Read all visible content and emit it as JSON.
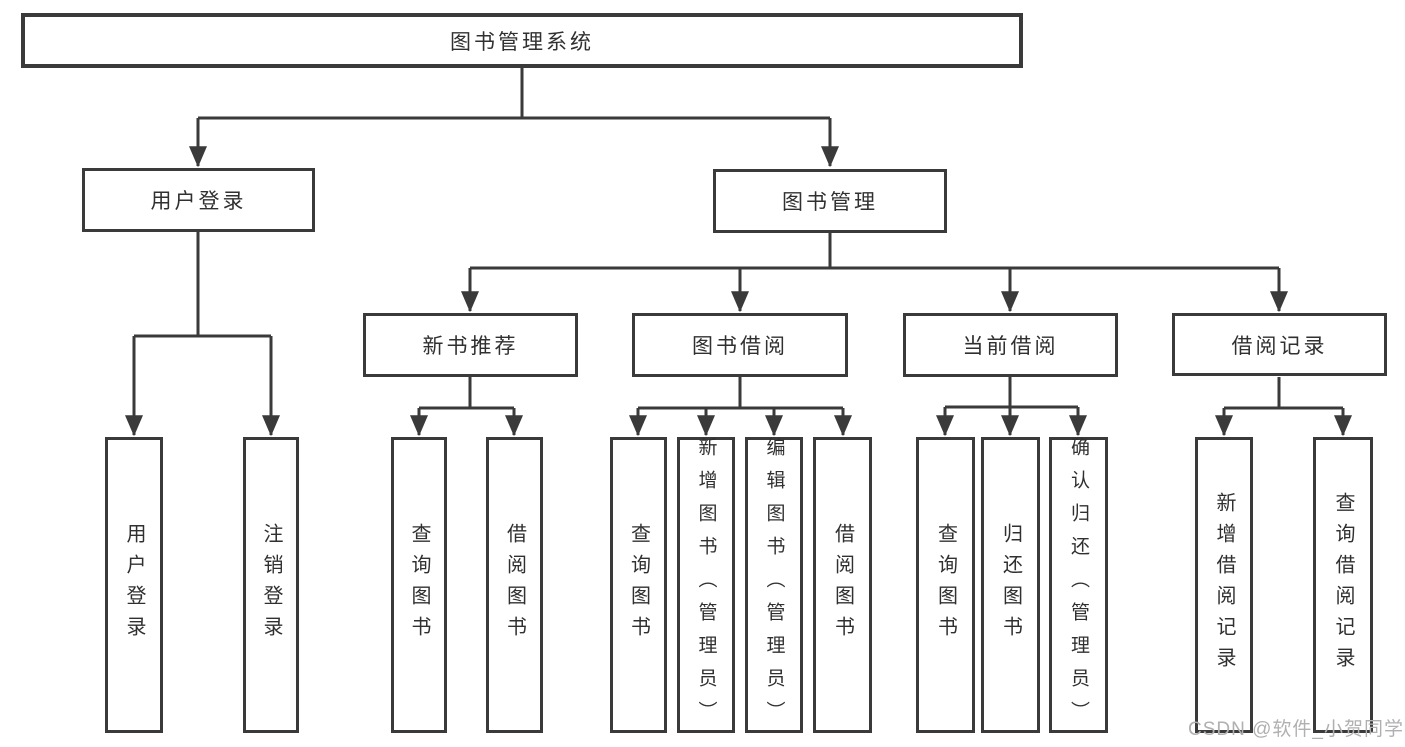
{
  "tree": {
    "root": {
      "label": "图书管理系统"
    },
    "branches": [
      {
        "label": "用户登录",
        "children": [
          {
            "label": "用户登录"
          },
          {
            "label": "注销登录"
          }
        ]
      },
      {
        "label": "图书管理",
        "children": [
          {
            "label": "新书推荐",
            "children": [
              {
                "label": "查询图书"
              },
              {
                "label": "借阅图书"
              }
            ]
          },
          {
            "label": "图书借阅",
            "children": [
              {
                "label": "查询图书"
              },
              {
                "label": "新增图书（管理员）"
              },
              {
                "label": "编辑图书（管理员）"
              },
              {
                "label": "借阅图书"
              }
            ]
          },
          {
            "label": "当前借阅",
            "children": [
              {
                "label": "查询图书"
              },
              {
                "label": "归还图书"
              },
              {
                "label": "确认归还（管理员）"
              }
            ]
          },
          {
            "label": "借阅记录",
            "children": [
              {
                "label": "新增借阅记录"
              },
              {
                "label": "查询借阅记录"
              }
            ]
          }
        ]
      }
    ]
  },
  "watermark": "CSDN @软件_小贺同学",
  "colors": {
    "line": "#3a3a3a",
    "box_border": "#3a3a3a",
    "text": "#303030",
    "watermark": "#b0b0b0",
    "background": "#ffffff"
  }
}
